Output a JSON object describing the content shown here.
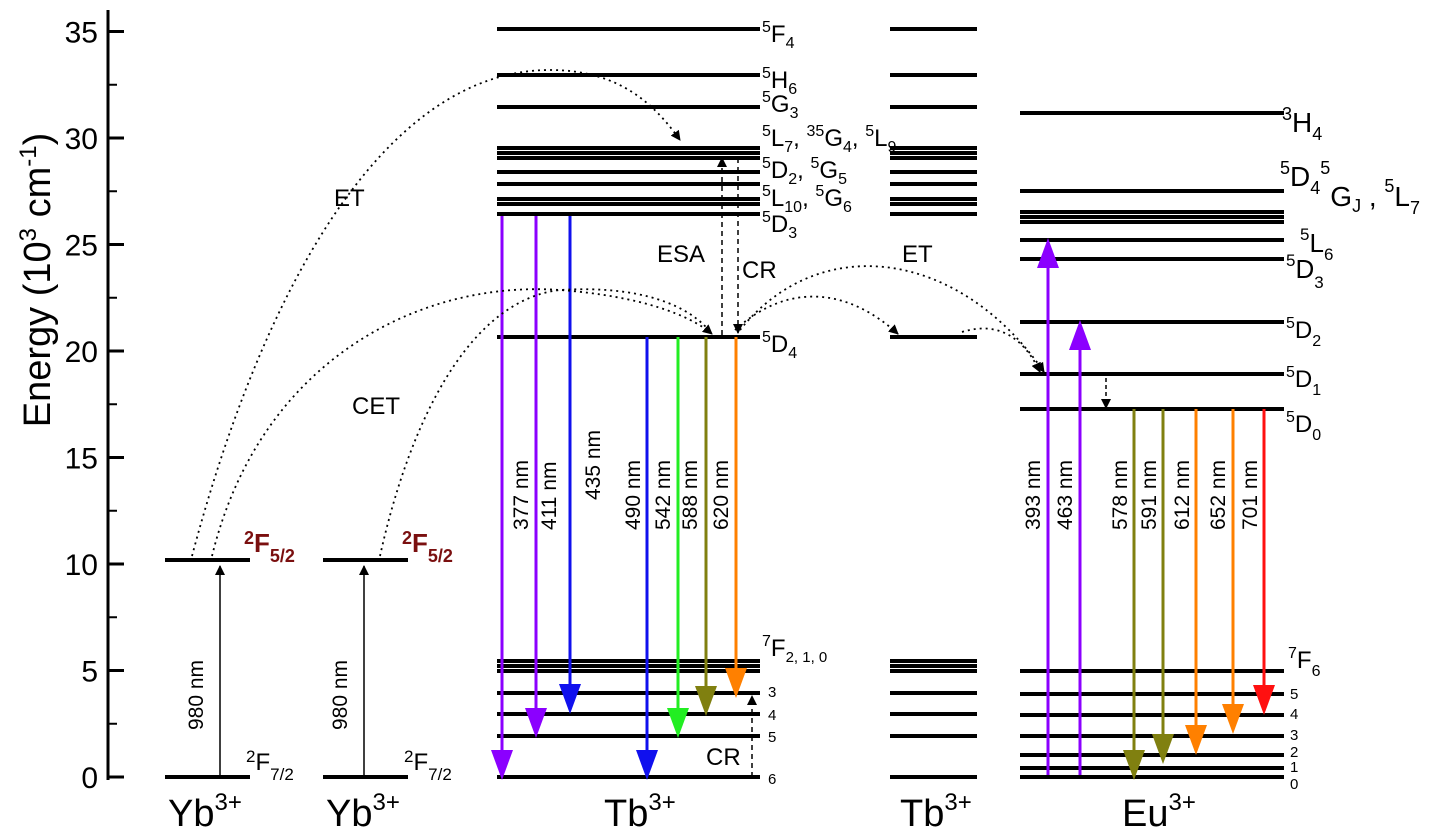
{
  "axis": {
    "title": "Energy (10",
    "title_sup": "3",
    "title_unit": " cm",
    "title_sup2": "-1",
    "title_end": ")",
    "ticks": [
      0,
      5,
      10,
      15,
      20,
      25,
      30,
      35
    ]
  },
  "ions": {
    "yb1": {
      "base": "Yb",
      "sup": "3+"
    },
    "yb2": {
      "base": "Yb",
      "sup": "3+"
    },
    "tb1": {
      "base": "Tb",
      "sup": "3+"
    },
    "tb2": {
      "base": "Tb",
      "sup": "3+"
    },
    "eu": {
      "base": "Eu",
      "sup": "3+"
    }
  },
  "yb_levels": {
    "f52": {
      "text": "F",
      "sup": "2",
      "sub": "5/2"
    },
    "f72": {
      "text": "F",
      "sup": "2",
      "sub": "7/2"
    },
    "pump": "980 nm"
  },
  "tb_levels": {
    "f4": {
      "sup": "5",
      "text": "F",
      "sub": "4"
    },
    "h6": {
      "sup": "5",
      "text": "H",
      "sub": "6"
    },
    "g3": {
      "sup": "5",
      "text": "G",
      "sub": "3"
    },
    "l7": {
      "sup": "5",
      "text": "L",
      "sub": "7",
      "sep": ", ",
      "sup2": "3",
      "text2": "",
      "sup3": "5",
      "text3": "G",
      "sub3": "4",
      "sep2": ", ",
      "sup4": "5",
      "text4": "L",
      "sub4": "9"
    },
    "d2": {
      "sup": "5",
      "text": "D",
      "sub": "2",
      "sep": ", ",
      "sup2": "5",
      "text2": "G",
      "sub2": "5"
    },
    "l10": {
      "sup": "5",
      "text": "L",
      "sub": "10",
      "sep": ", ",
      "sup2": "5",
      "text2": "G",
      "sub2": "6"
    },
    "d3": {
      "sup": "5",
      "text": "D",
      "sub": "3"
    },
    "d4": {
      "sup": "5",
      "text": "D",
      "sub": "4"
    },
    "f210": {
      "sup": "7",
      "text": "F",
      "sub": "2, 1, 0"
    },
    "f_lower": [
      "3",
      "4",
      "5",
      "6"
    ]
  },
  "eu_levels": {
    "h4": {
      "sup": "3",
      "text": "H",
      "sub": "4"
    },
    "d4": {
      "sup": "5",
      "text": "D",
      "sub": "4",
      "sup2": "5",
      "text2": "G",
      "sub2": "J",
      "sep": " , ",
      "sup3": "5",
      "text3": "L",
      "sub3": "7"
    },
    "l6": {
      "sup": "5",
      "text": "L",
      "sub": "6"
    },
    "d3": {
      "sup": "5",
      "text": "D",
      "sub": "3"
    },
    "d2": {
      "sup": "5",
      "text": "D",
      "sub": "2"
    },
    "d1": {
      "sup": "5",
      "text": "D",
      "sub": "1"
    },
    "d0": {
      "sup": "5",
      "text": "D",
      "sub": "0"
    },
    "f6": {
      "sup": "7",
      "text": "F",
      "sub": "6"
    },
    "f_lower": [
      "5",
      "4",
      "3",
      "2",
      "1",
      "0"
    ]
  },
  "processes": {
    "et_left": "ET",
    "cet": "CET",
    "esa": "ESA",
    "cr_top": "CR",
    "cr_bottom": "CR",
    "et_right": "ET"
  },
  "tb_emissions": [
    {
      "label": "377 nm",
      "color": "#8b00ff"
    },
    {
      "label": "411 nm",
      "color": "#8b00ff"
    },
    {
      "label": "435 nm",
      "color": "#1010ee"
    },
    {
      "label": "490 nm",
      "color": "#1010ee"
    },
    {
      "label": "542 nm",
      "color": "#22ee22"
    },
    {
      "label": "588 nm",
      "color": "#808010"
    },
    {
      "label": "620 nm",
      "color": "#ff8000"
    }
  ],
  "eu_emissions": [
    {
      "label": "393 nm",
      "color": "#8b00ff"
    },
    {
      "label": "463 nm",
      "color": "#8b00ff"
    },
    {
      "label": "578 nm",
      "color": "#808010"
    },
    {
      "label": "591 nm",
      "color": "#808010"
    },
    {
      "label": "612 nm",
      "color": "#ff8000"
    },
    {
      "label": "652 nm",
      "color": "#ff8000"
    },
    {
      "label": "701 nm",
      "color": "#ff1010"
    }
  ]
}
